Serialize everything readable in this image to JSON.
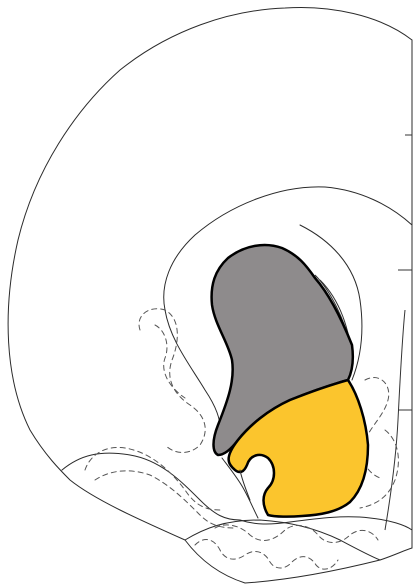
{
  "figure": {
    "description_type": "brain-atlas-coronal-section",
    "regions": [
      {
        "id": "region-upper",
        "color": "#8e8b8c",
        "outline": "#000000"
      },
      {
        "id": "region-lower",
        "color": "#fbc52d",
        "outline": "#000000"
      }
    ],
    "background": "#ffffff",
    "line_color": "#2b2b2b",
    "dashed_color": "#555555"
  }
}
